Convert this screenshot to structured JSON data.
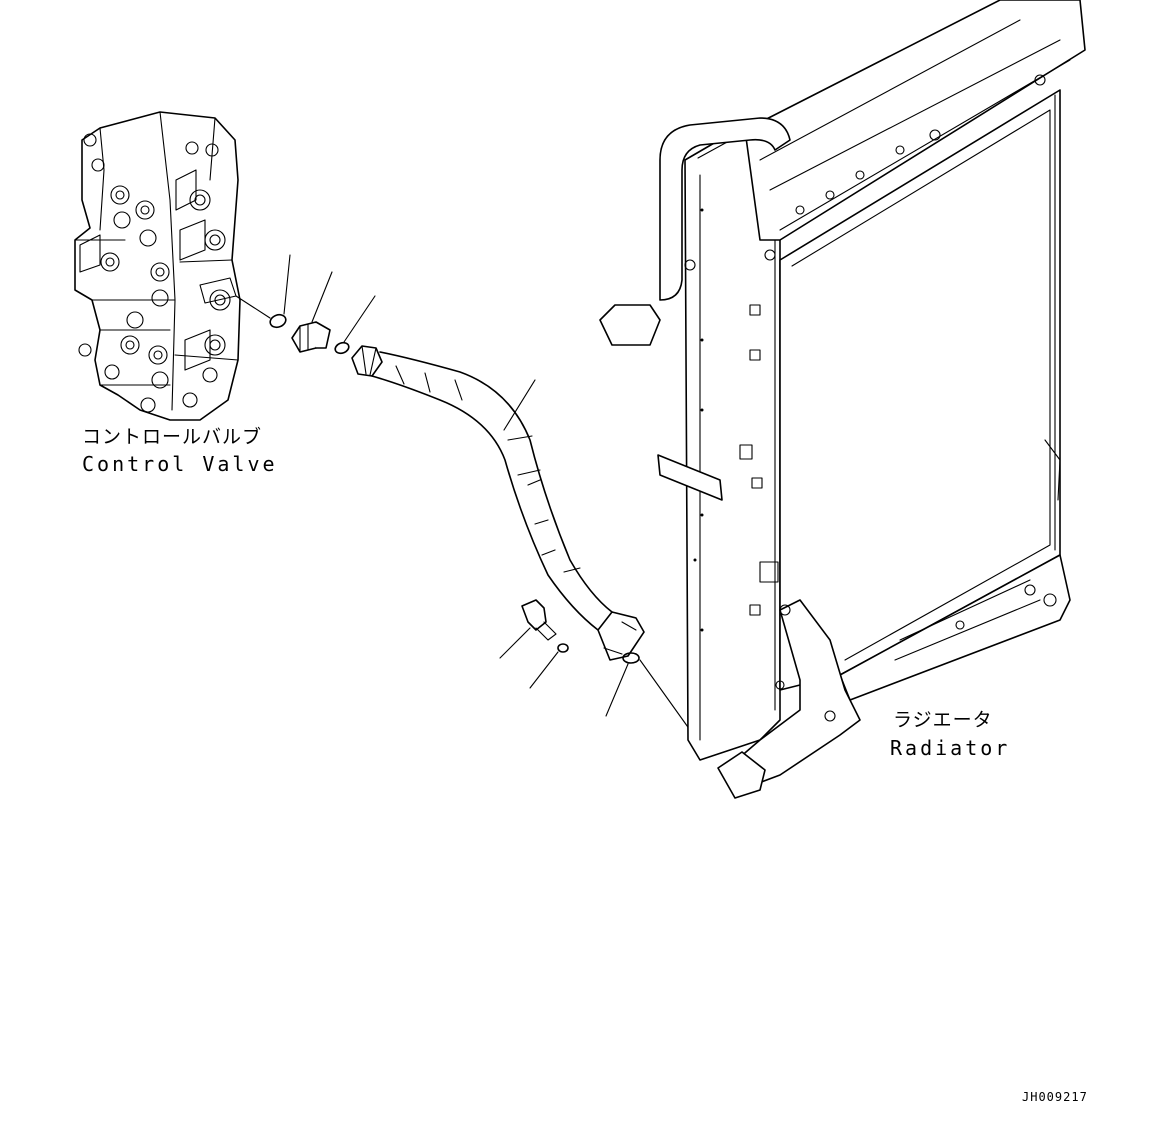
{
  "labels": {
    "control_valve_jp": "コントロールバルブ",
    "control_valve_en": "Control Valve",
    "radiator_jp": "ラジエータ",
    "radiator_en": "Radiator"
  },
  "drawing_id": "JH009217"
}
